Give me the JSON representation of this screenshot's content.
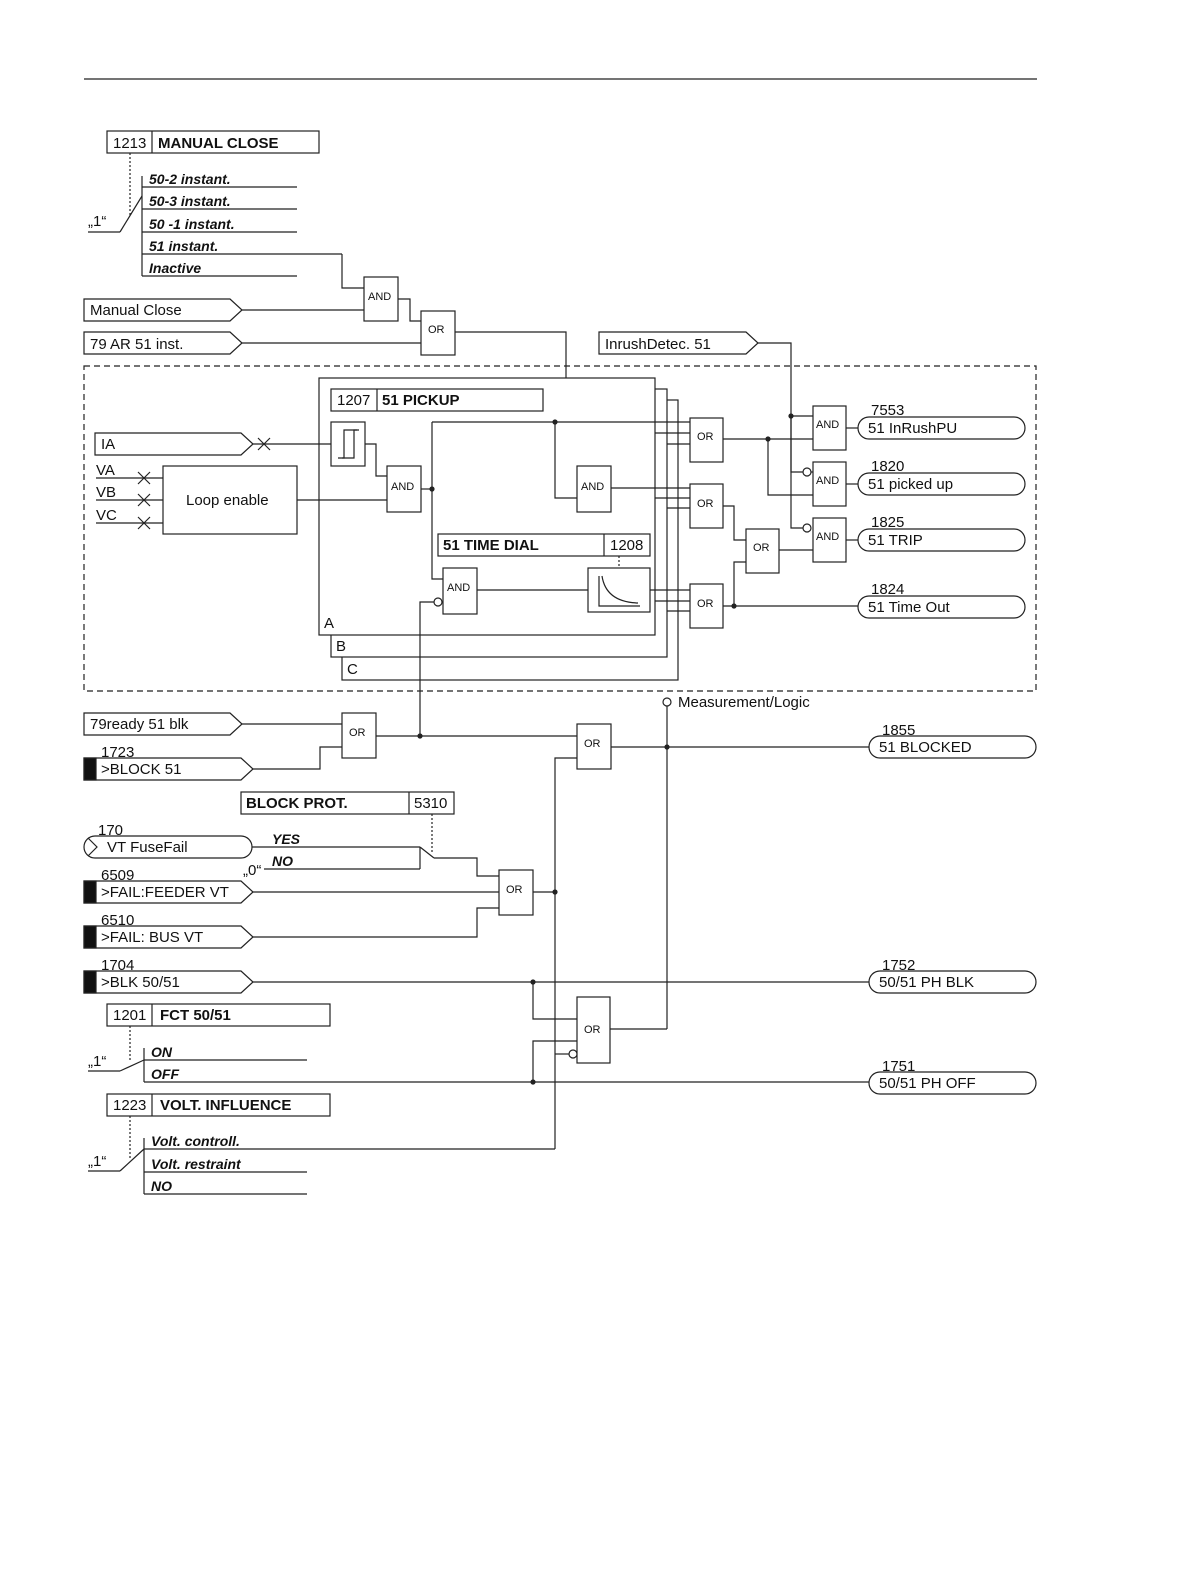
{
  "manual_close_param": {
    "number": "1213",
    "title": "MANUAL CLOSE",
    "options": [
      "50-2 instant.",
      "50-3 instant.",
      "50 -1 instant.",
      "51 instant.",
      "Inactive"
    ],
    "default_marker": "„1“"
  },
  "inputs": {
    "manual_close": "Manual Close",
    "ar_51_inst": "79 AR 51 inst.",
    "inrush_detect": "InrushDetec. 51",
    "ia": "IA",
    "va": "VA",
    "vb": "VB",
    "vc": "VC",
    "ready_79_blk": "79ready 51 blk",
    "block_51": {
      "number": "1723",
      "label": ">BLOCK 51"
    },
    "vt_fusefail": {
      "number": "170",
      "label": "VT FuseFail"
    },
    "fail_feeder_vt": {
      "number": "6509",
      "label": ">FAIL:FEEDER VT"
    },
    "fail_bus_vt": {
      "number": "6510",
      "label": ">FAIL: BUS VT"
    },
    "blk_50_51": {
      "number": "1704",
      "label": ">BLK 50/51"
    }
  },
  "loop_enable": "Loop enable",
  "pickup_param": {
    "number": "1207",
    "title": "51 PICKUP"
  },
  "time_dial_param": {
    "title": "51 TIME DIAL",
    "number": "1208"
  },
  "phases": [
    "A",
    "B",
    "C"
  ],
  "measurement_logic": "Measurement/Logic",
  "block_prot": {
    "title": "BLOCK PROT.",
    "number": "5310",
    "options": [
      "YES",
      "NO"
    ],
    "default_marker": "„0“"
  },
  "fct_param": {
    "number": "1201",
    "title": "FCT 50/51",
    "options": [
      "ON",
      "OFF"
    ],
    "default_marker": "„1“"
  },
  "volt_influence": {
    "number": "1223",
    "title": "VOLT. INFLUENCE",
    "options": [
      "Volt. controll.",
      "Volt. restraint",
      "NO"
    ],
    "default_marker": "„1“"
  },
  "gates": {
    "and": "AND",
    "or": "OR"
  },
  "outputs": [
    {
      "number": "7553",
      "label": "51 InRushPU"
    },
    {
      "number": "1820",
      "label": "51 picked up"
    },
    {
      "number": "1825",
      "label": "51 TRIP"
    },
    {
      "number": "1824",
      "label": "51 Time Out"
    },
    {
      "number": "1855",
      "label": "51 BLOCKED"
    },
    {
      "number": "1752",
      "label": "50/51 PH BLK"
    },
    {
      "number": "1751",
      "label": "50/51 PH OFF"
    }
  ]
}
